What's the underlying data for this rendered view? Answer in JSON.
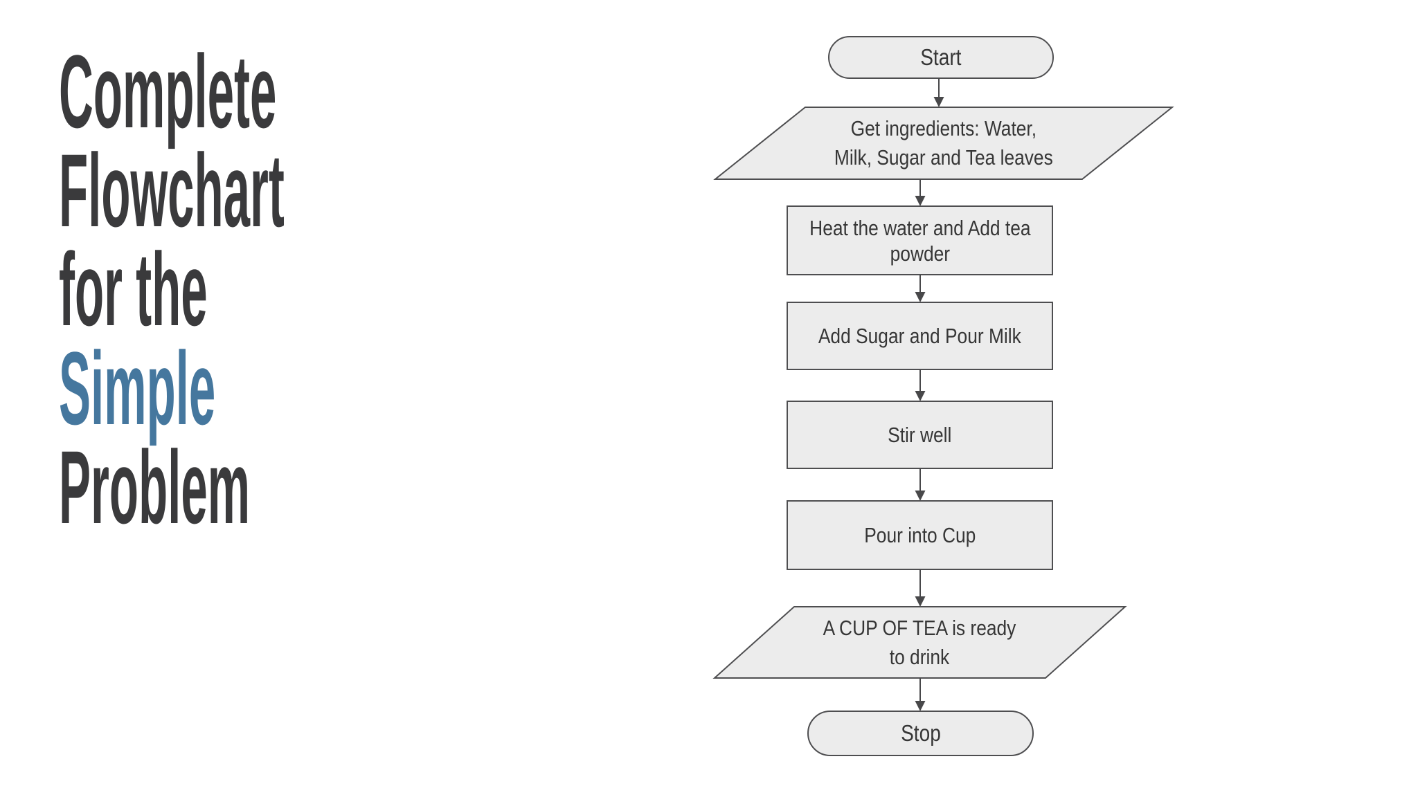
{
  "slide": {
    "title": {
      "lines": [
        {
          "text": "Complete",
          "accent": false
        },
        {
          "text": "Flowchart",
          "accent": false
        },
        {
          "text": "for the",
          "accent": false
        },
        {
          "text": "Simple",
          "accent": true
        },
        {
          "text": "Problem",
          "accent": false
        }
      ],
      "text_color": "#3a3a3c",
      "accent_color": "#45779e"
    },
    "flowchart": {
      "nodes": [
        {
          "id": "start",
          "type": "terminator",
          "label": "Start"
        },
        {
          "id": "get-ingredients",
          "type": "input-output",
          "label": "Get ingredients: Water,\nMilk, Sugar and Tea leaves"
        },
        {
          "id": "heat-water",
          "type": "process",
          "label": "Heat the water and Add tea\npowder"
        },
        {
          "id": "add-sugar-milk",
          "type": "process",
          "label": "Add Sugar and Pour Milk"
        },
        {
          "id": "stir",
          "type": "process",
          "label": "Stir well"
        },
        {
          "id": "pour-cup",
          "type": "process",
          "label": "Pour into Cup"
        },
        {
          "id": "tea-ready",
          "type": "input-output",
          "label": "A CUP OF TEA is ready\nto drink"
        },
        {
          "id": "stop",
          "type": "terminator",
          "label": "Stop"
        }
      ],
      "colors": {
        "node_fill": "#ececec",
        "node_border": "#4e4e50",
        "arrow": "#48484a",
        "label_text": "#363636"
      }
    }
  }
}
